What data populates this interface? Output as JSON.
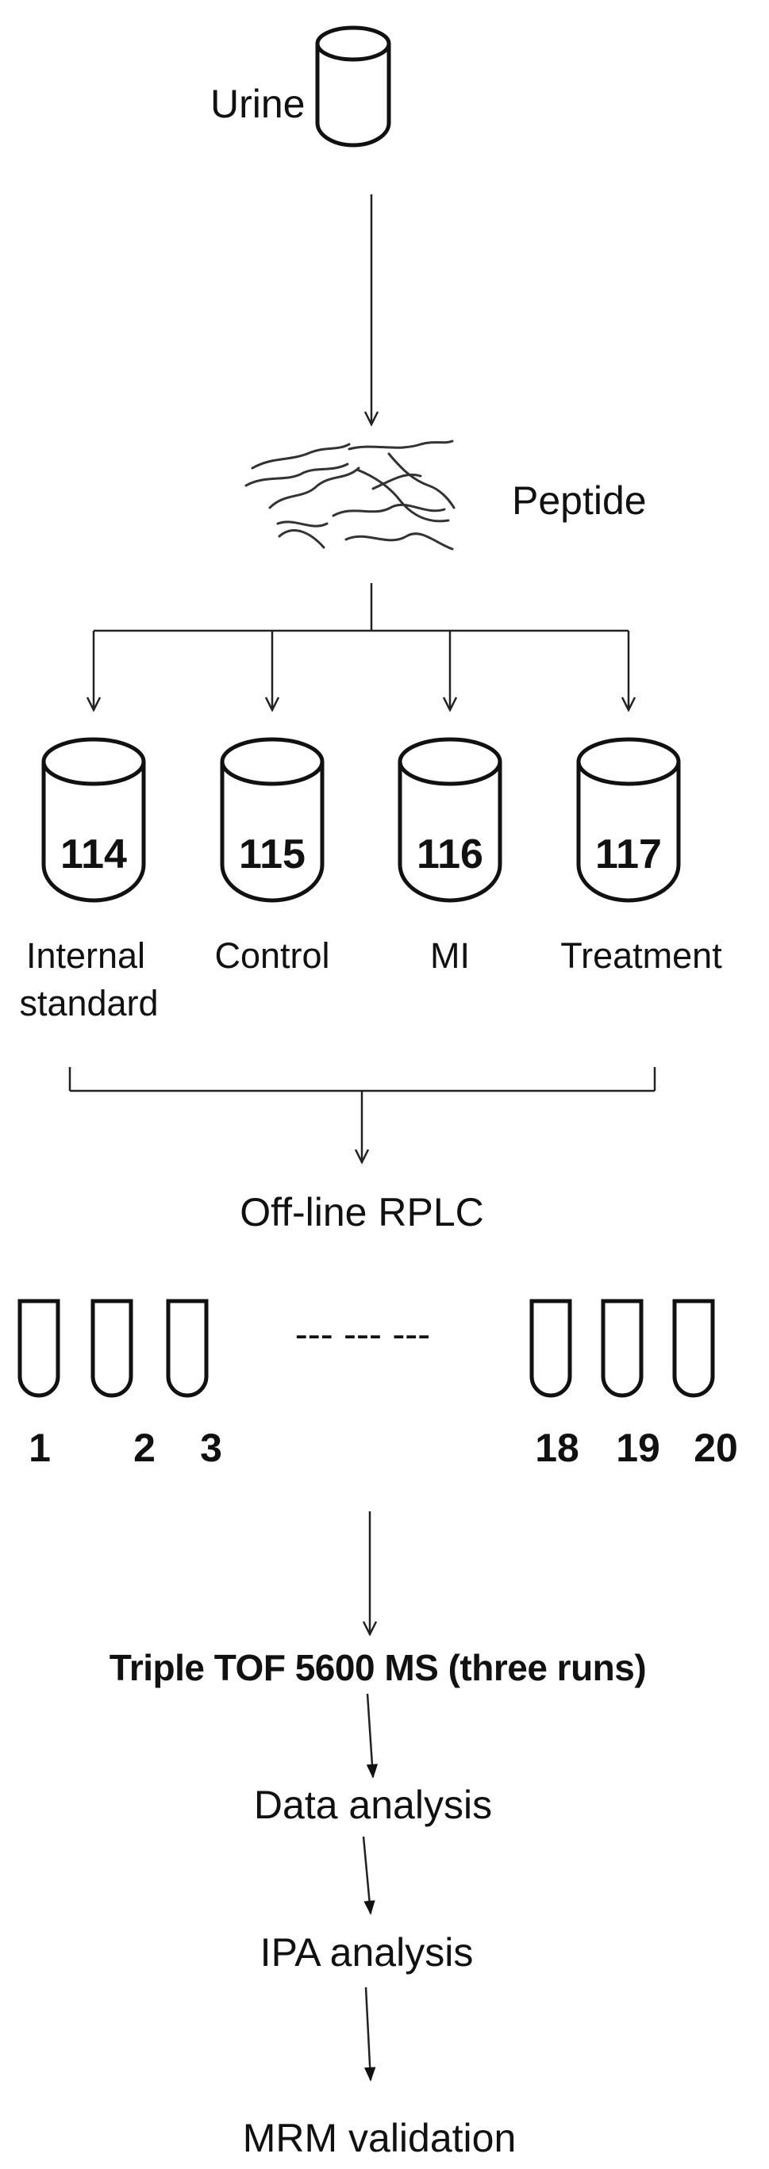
{
  "steps": {
    "urine": "Urine",
    "peptide": "Peptide",
    "rplc": "Off-line RPLC",
    "ms": "Triple TOF 5600 MS (three runs)",
    "data_analysis": "Data analysis",
    "ipa_analysis": "IPA analysis",
    "mrm_validation": "MRM validation"
  },
  "groups": [
    {
      "tag": "114",
      "label_line1": "Internal",
      "label_line2": "standard"
    },
    {
      "tag": "115",
      "label_line1": "Control",
      "label_line2": ""
    },
    {
      "tag": "116",
      "label_line1": "MI",
      "label_line2": ""
    },
    {
      "tag": "117",
      "label_line1": "Treatment",
      "label_line2": ""
    }
  ],
  "fractions": {
    "first": [
      "1",
      "2",
      "3"
    ],
    "last": [
      "18",
      "19",
      "20"
    ],
    "ellipsis": "--- --- ---"
  }
}
